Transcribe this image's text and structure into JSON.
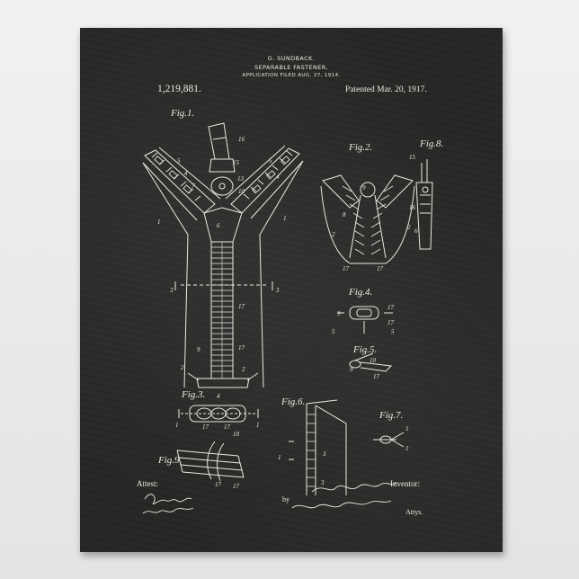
{
  "header": {
    "inventor_name": "G. SUNDBACK.",
    "title": "SEPARABLE FASTENER.",
    "application": "APPLICATION FILED AUG. 27, 1914.",
    "patent_number": "1,219,881.",
    "patented": "Patented Mar. 20, 1917."
  },
  "figures": {
    "fig1": "Fig.1.",
    "fig2": "Fig.2.",
    "fig3": "Fig.3.",
    "fig4": "Fig.4.",
    "fig5": "Fig.5.",
    "fig6": "Fig.6.",
    "fig7": "Fig.7.",
    "fig8": "Fig.8.",
    "fig9": "Fig.9."
  },
  "footer": {
    "attest": "Attest:",
    "inventor_label": "Inventor:",
    "by": "by",
    "attys": "Attys."
  },
  "colors": {
    "chalkboard": "#262624",
    "chalk": "#e9e9e4",
    "wall": "#e9e9e9"
  }
}
